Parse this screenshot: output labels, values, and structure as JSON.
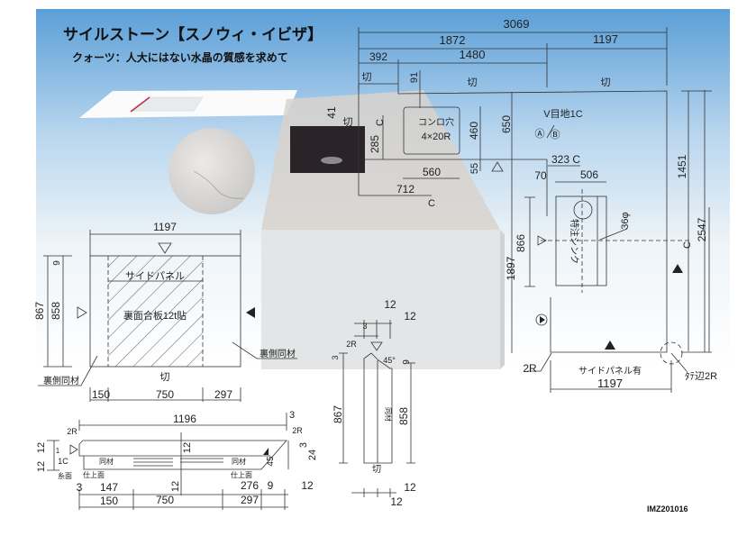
{
  "title": "サイルストーン【スノウィ・イビザ】",
  "subtitle": "クォーツ：人大にはない水晶の質感を求めて",
  "footer_code": "IMZ201016",
  "colors": {
    "sky": "#5b9fd8",
    "sink": "#2a2428",
    "line": "#333333"
  },
  "plan": {
    "total": "3069",
    "left_run": "1872",
    "right_run": "1197",
    "offset": "392",
    "hob_run": "1480",
    "cut_mark": "切",
    "d91": "91",
    "d41": "41",
    "d285": "285",
    "c": "C",
    "hob_label": "コンロ穴",
    "hob_spec": "4×20R",
    "d460": "460",
    "d55": "55",
    "d560": "560",
    "d712": "712",
    "d650": "650",
    "joint": "V目地1C",
    "mark_a": "Ⓐ",
    "mark_b": "Ⓑ",
    "d323c": "323 C",
    "d70": "70",
    "d506": "506",
    "d1451": "1451",
    "sink_label": "特注シンク",
    "d36": "36φ",
    "d2547": "2547",
    "d866": "866",
    "d1897": "1897",
    "d2r": "2R",
    "side_panel": "サイドパネル有",
    "bottom_1197": "1197",
    "corner_2r": "ﾀﾃ辺2R"
  },
  "side_panel_view": {
    "width": "1197",
    "panel_label": "サイドパネル",
    "backing": "裏面合板12t貼",
    "d867": "867",
    "d858": "858",
    "d9": "9",
    "same_material_right": "裏側同材",
    "same_material_left": "裏側同材",
    "cut_mark": "切",
    "d150": "150",
    "d750": "750",
    "d297": "297"
  },
  "section_view": {
    "width": "1196",
    "r2_left": "2R",
    "d3_top": "3",
    "r2_right": "2R",
    "d3_right": "3",
    "d24": "24",
    "d12a": "12",
    "d12b": "12",
    "d1": "1",
    "c1": "1C",
    "itomen": "糸面",
    "same_left": "同材",
    "same_right": "同材",
    "finish_left": "仕上面",
    "finish_right": "仕上面",
    "d12_mid": "12",
    "angle": "45",
    "d3": "3",
    "d147": "147",
    "d150": "150",
    "d750": "750",
    "d12_vert": "12",
    "d276": "276",
    "d9": "9",
    "d12_right": "12",
    "d297": "297"
  },
  "end_view": {
    "d12_top": "12",
    "d12_second": "12",
    "d3": "3",
    "r2": "2R",
    "d3_left": "3",
    "angle": "45°",
    "d9": "9",
    "d867": "867",
    "d858": "858",
    "same": "同材",
    "cut_mark": "切",
    "d12_bottom_a": "12",
    "d12_bottom_b": "12"
  }
}
